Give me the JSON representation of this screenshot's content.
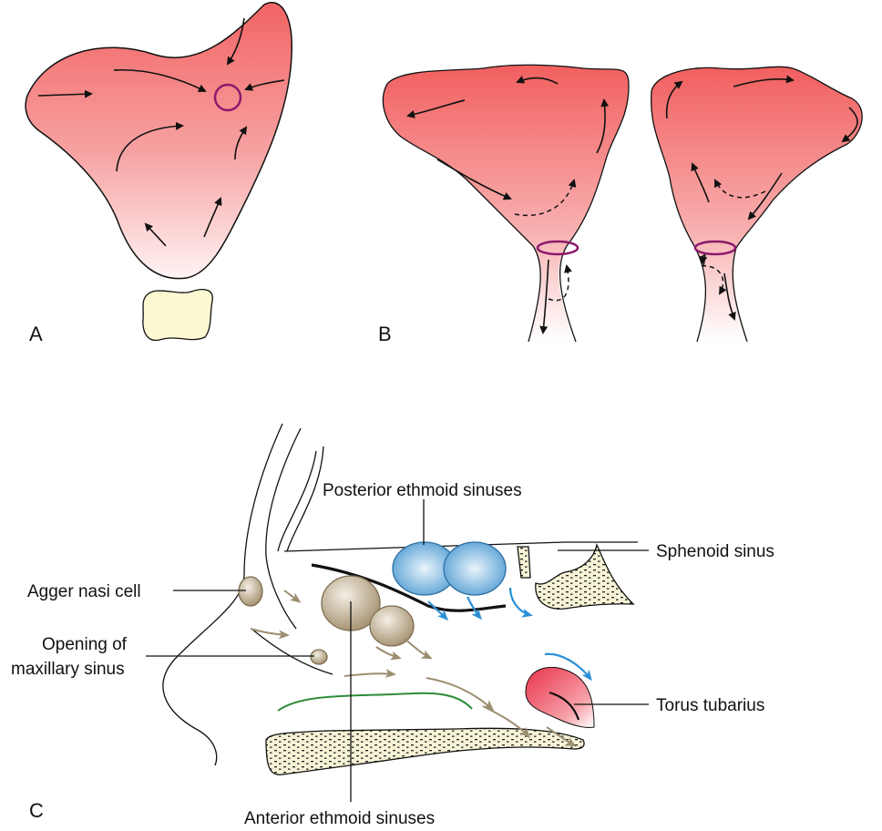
{
  "panels": {
    "a": "A",
    "b": "B",
    "c": "C"
  },
  "labels": {
    "posterior_ethmoid": "Posterior ethmoid sinuses",
    "sphenoid": "Sphenoid sinus",
    "agger_nasi": "Agger nasi cell",
    "opening_line1": "Opening of",
    "opening_line2": "maxillary sinus",
    "torus": "Torus tubarius",
    "anterior_ethmoid": "Anterior ethmoid  sinuses"
  },
  "colors": {
    "sinus_red": "#f26a6a",
    "sinus_fade": "#fff0f0",
    "ostium_ring": "#8b1a6b",
    "cell_tan": "#b5a487",
    "cell_blue": "#5aa3d6",
    "mucus_arrow_tan": "#9c8e70",
    "mucus_arrow_blue": "#2b8fd6",
    "bone_fill": "#f7f3d6",
    "concha_green": "#2e8b3a"
  }
}
